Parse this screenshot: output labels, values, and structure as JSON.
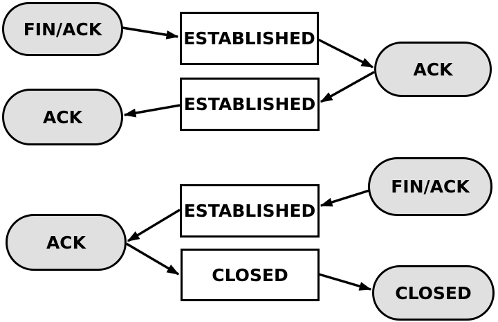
{
  "colors": {
    "background": "#ffffff",
    "node_fill": "#e0e0e0",
    "box_fill": "#ffffff",
    "stroke": "#000000",
    "text": "#000000"
  },
  "diagram": {
    "description_type": "flow-diagram",
    "nodes": [
      {
        "id": "finack-top",
        "label": "FIN/ACK",
        "shape": "pill"
      },
      {
        "id": "established-1",
        "label": "ESTABLISHED",
        "shape": "box"
      },
      {
        "id": "ack-right",
        "label": "ACK",
        "shape": "pill"
      },
      {
        "id": "established-2",
        "label": "ESTABLISHED",
        "shape": "box"
      },
      {
        "id": "ack-left",
        "label": "ACK",
        "shape": "pill"
      },
      {
        "id": "finack-bottom",
        "label": "FIN/ACK",
        "shape": "pill"
      },
      {
        "id": "established-3",
        "label": "ESTABLISHED",
        "shape": "box"
      },
      {
        "id": "ack-bottom",
        "label": "ACK",
        "shape": "pill"
      },
      {
        "id": "closed-box",
        "label": "CLOSED",
        "shape": "box"
      },
      {
        "id": "closed-pill",
        "label": "CLOSED",
        "shape": "pill"
      }
    ],
    "edges": [
      {
        "from": "finack-top",
        "to": "established-1"
      },
      {
        "from": "established-1",
        "to": "ack-right"
      },
      {
        "from": "ack-right",
        "to": "established-2"
      },
      {
        "from": "established-2",
        "to": "ack-left"
      },
      {
        "from": "finack-bottom",
        "to": "established-3"
      },
      {
        "from": "established-3",
        "to": "ack-bottom"
      },
      {
        "from": "ack-bottom",
        "to": "closed-box"
      },
      {
        "from": "closed-box",
        "to": "closed-pill"
      }
    ]
  }
}
